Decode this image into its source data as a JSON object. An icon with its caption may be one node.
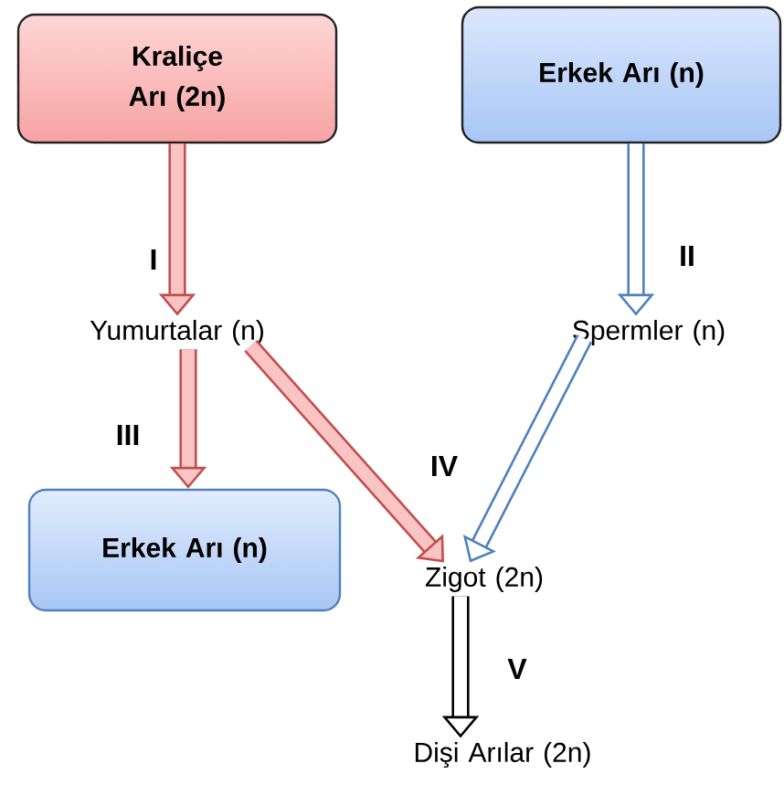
{
  "diagram": {
    "nodes": [
      {
        "text": [
          "Kraliçe Arı (2n)"
        ]
      },
      {
        "text": [
          "Erkek Arı (n)"
        ]
      },
      {
        "text": [
          "Yumurtalar (n)"
        ]
      },
      {
        "text": [
          "Spermler (n)"
        ]
      },
      {
        "text": [
          "Erkek Arı (n)"
        ]
      },
      {
        "text": [
          "Zigot (2n)"
        ]
      },
      {
        "text": [
          "Dişi Arılar (2n)"
        ]
      }
    ],
    "edges": [
      {
        "from": 0,
        "to": 2,
        "arrow": "to",
        "label": "I"
      },
      {
        "from": 1,
        "to": 3,
        "arrow": "to",
        "label": "II",
        "color": "#4f81bd"
      },
      {
        "from": 2,
        "to": 4,
        "arrow": "to",
        "label": "III"
      },
      {
        "from": 2,
        "to": 5,
        "arrow": "to",
        "label": "IV"
      },
      {
        "from": 3,
        "to": 5,
        "arrow": "to",
        "color": "#4f81bd"
      },
      {
        "from": 5,
        "to": 6,
        "arrow": "to",
        "label": "V",
        "color": "#000000"
      }
    ]
  }
}
